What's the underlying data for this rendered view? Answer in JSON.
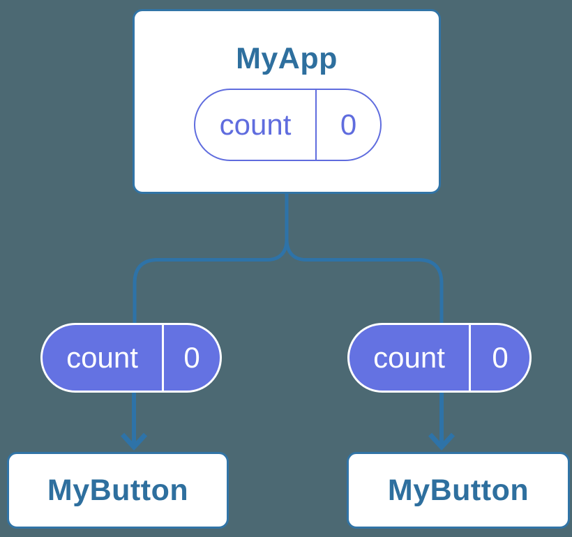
{
  "colors": {
    "background": "#4C6973",
    "line": "#2E73A8",
    "box_border": "#3174A6",
    "box_fill": "#FFFFFF",
    "box_text": "#2E6F9E",
    "pill_outline": "#5F6CDE",
    "pill_fill": "#6472E2",
    "pill_divider_light": "#FFFFFF",
    "pill_text_light": "#FFFFFF"
  },
  "diagram": {
    "root": {
      "title": "MyApp",
      "state": {
        "name": "count",
        "value": "0"
      }
    },
    "children": [
      {
        "title": "MyButton",
        "state": {
          "name": "count",
          "value": "0"
        }
      },
      {
        "title": "MyButton",
        "state": {
          "name": "count",
          "value": "0"
        }
      }
    ]
  }
}
